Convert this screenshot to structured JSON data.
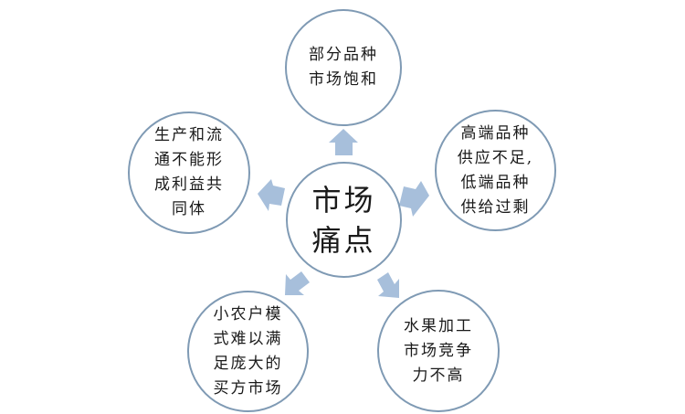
{
  "center": {
    "label": "市场\n痛点"
  },
  "nodes": {
    "top": "部分品种\n市场饱和",
    "upper_right": "高端品种\n供应不足,\n低端品种\n供给过剩",
    "lower_right": "水果加工\n市场竞争\n力不高",
    "lower_left": "小农户模\n式难以满\n足庞大的\n买方市场",
    "upper_left": "生产和流\n通不能形\n成利益共\n同体"
  },
  "colors": {
    "circle_border": "#7f9ab4",
    "arrow_fill": "#a7bfdb",
    "text": "#1a1a1a"
  }
}
